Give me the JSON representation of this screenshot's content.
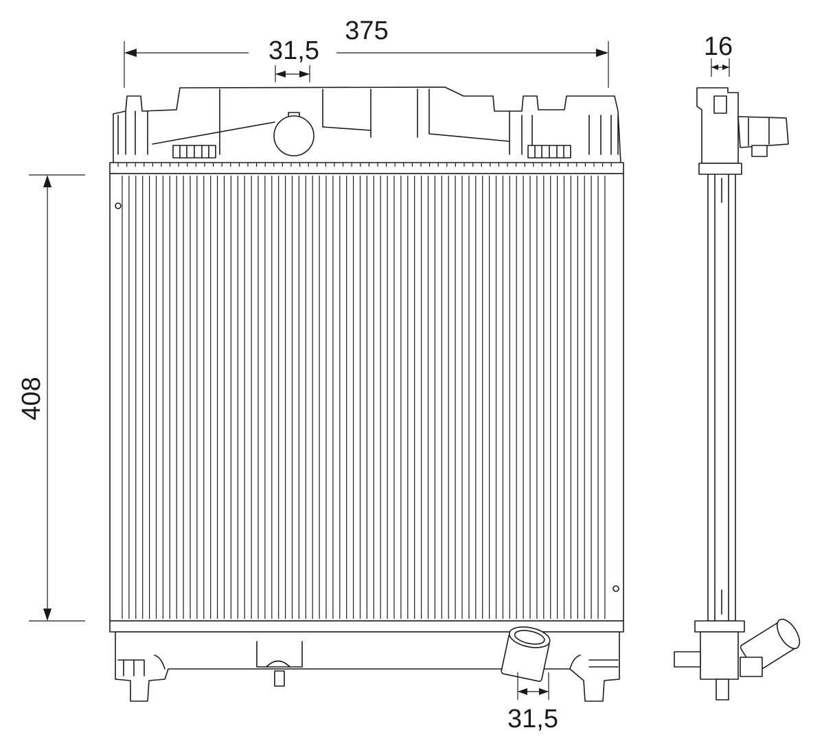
{
  "dimensions": {
    "overall_width": "375",
    "inlet_diameter": "31,5",
    "core_height": "408",
    "depth": "16",
    "outlet_diameter": "31,5"
  }
}
